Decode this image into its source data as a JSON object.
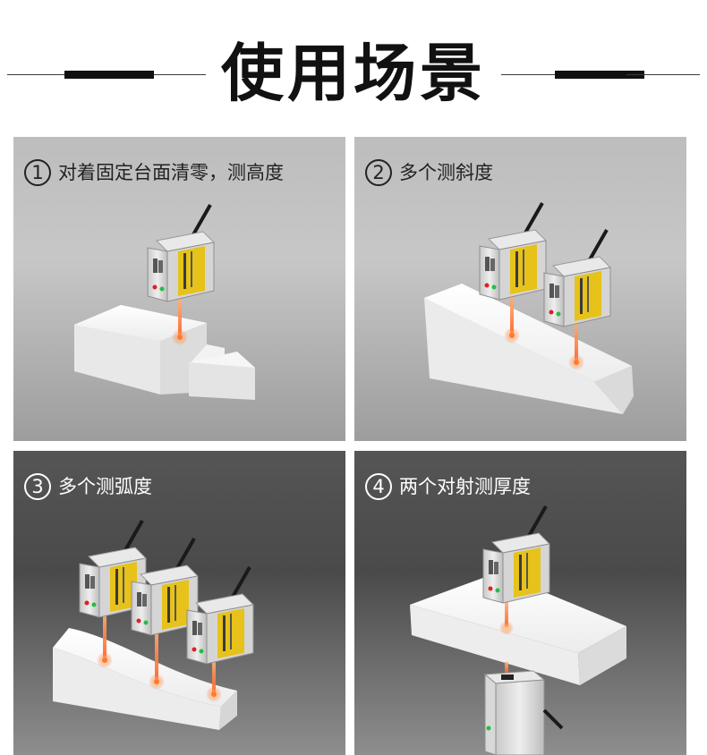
{
  "page_title": "使用场景",
  "colors": {
    "title": "#111111",
    "light_panel_bg": "#bdbdbd",
    "dark_panel_bg": "#4f4f4f",
    "sensor_body": "#dcdcdc",
    "sensor_label": "#e7c21a",
    "laser": "#ff5a1e",
    "block": "#f4f4f4"
  },
  "panels": [
    {
      "number": "1",
      "label": "对着固定台面清零，测高度",
      "scene": "step-block-height"
    },
    {
      "number": "2",
      "label": "多个测斜度",
      "scene": "slope-two-sensors"
    },
    {
      "number": "3",
      "label": "多个测弧度",
      "scene": "curve-three-sensors"
    },
    {
      "number": "4",
      "label": "两个对射测厚度",
      "scene": "plate-thickness-opposed"
    }
  ]
}
